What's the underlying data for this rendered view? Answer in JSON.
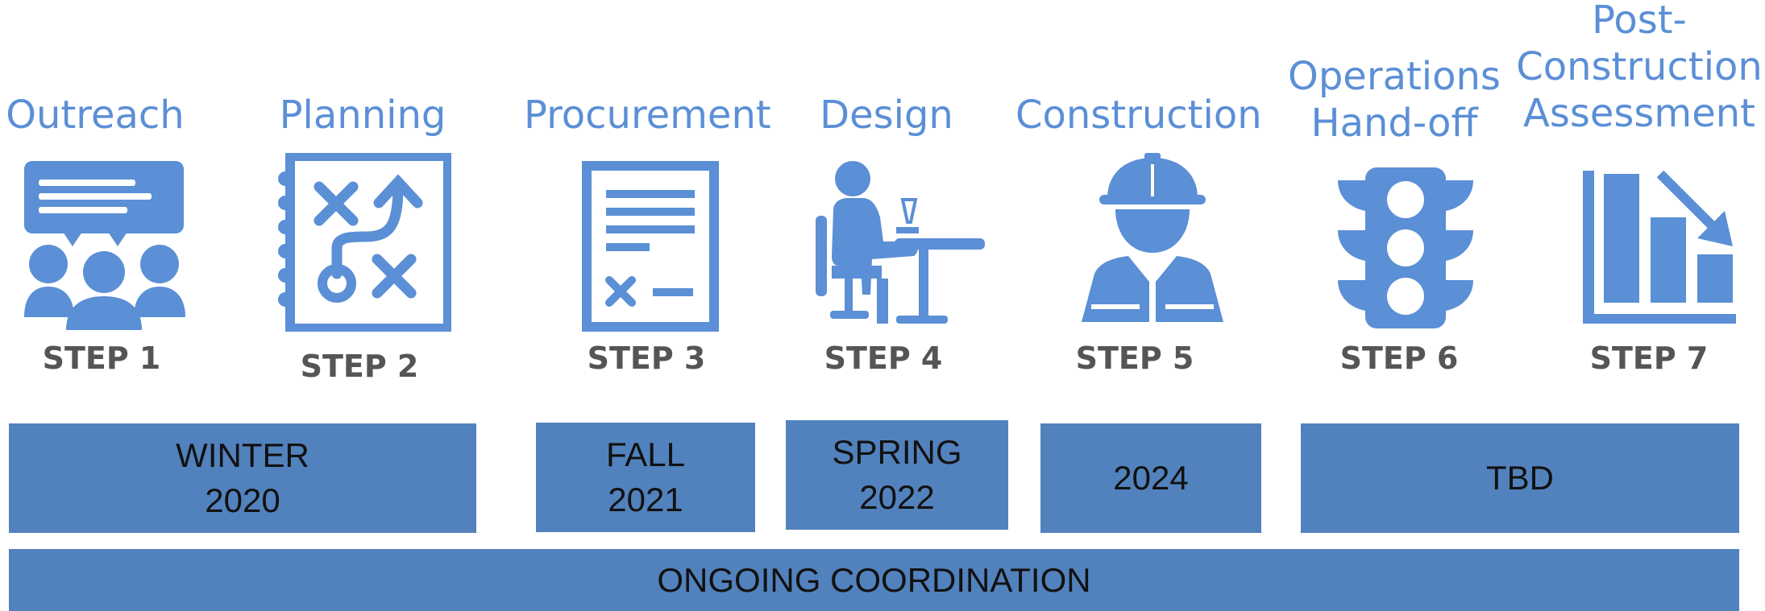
{
  "phases": [
    {
      "title_lines": [
        "Outreach"
      ],
      "step": "STEP 1",
      "icon": "presentation-audience-icon"
    },
    {
      "title_lines": [
        "Planning"
      ],
      "step": "STEP 2",
      "icon": "strategy-plan-icon"
    },
    {
      "title_lines": [
        "Procurement"
      ],
      "step": "STEP 3",
      "icon": "document-sign-icon"
    },
    {
      "title_lines": [
        "Design"
      ],
      "step": "STEP 4",
      "icon": "person-at-desk-icon"
    },
    {
      "title_lines": [
        "Construction"
      ],
      "step": "STEP 5",
      "icon": "construction-worker-icon"
    },
    {
      "title_lines": [
        "Operations",
        "Hand-off"
      ],
      "step": "STEP 6",
      "icon": "traffic-light-icon"
    },
    {
      "title_lines": [
        "Post-",
        "Construction",
        "Assessment"
      ],
      "step": "STEP 7",
      "icon": "bar-chart-decline-icon"
    }
  ],
  "timeline": [
    {
      "lines": [
        "WINTER",
        "2020"
      ]
    },
    {
      "lines": [
        "FALL",
        "2021"
      ]
    },
    {
      "lines": [
        "SPRING",
        "2022"
      ]
    },
    {
      "lines": [
        "2024"
      ]
    },
    {
      "lines": [
        "TBD"
      ]
    }
  ],
  "ongoing": "ONGOING COORDINATION",
  "colors": {
    "accent": "#5b8fd6",
    "bar": "#5282bd",
    "step_text": "#555555"
  }
}
